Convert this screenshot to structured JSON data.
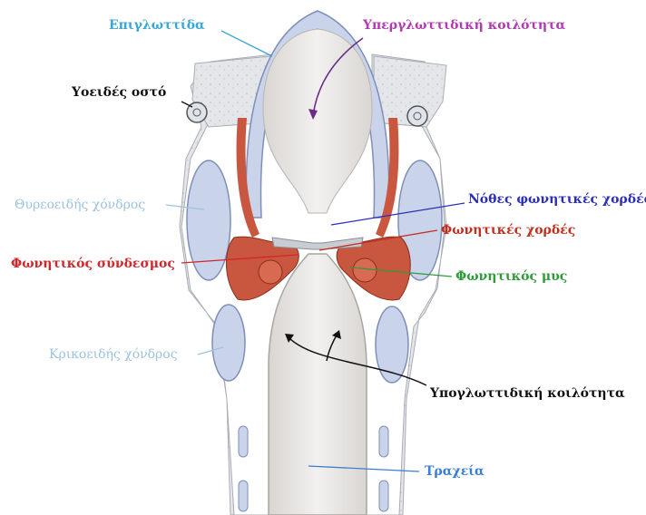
{
  "labels": {
    "epiglottis": {
      "text": "Επιγλωττίδα",
      "color": "#3aa6d8"
    },
    "supraglottic": {
      "text": "Υπεργλωττιδική κοιλότητα",
      "color": "#b03ab0"
    },
    "hyoid": {
      "text": "Υοειδές οστό",
      "color": "#111111"
    },
    "thyroid": {
      "text": "Θυρεοειδής χόνδρος",
      "color": "#9bc3df"
    },
    "false_cords": {
      "text": "Νόθες φωνητικές χορδές",
      "color": "#2b2fb8"
    },
    "vocal_cords": {
      "text": "Φωνητικές χορδές",
      "color": "#c0301f"
    },
    "vocal_ligament": {
      "text": "Φωνητικός σύνδεσμος",
      "color": "#d2262a"
    },
    "vocal_muscle": {
      "text": "Φωνητικός μυς",
      "color": "#2f9b3a"
    },
    "cricoid": {
      "text": "Κρικοειδής χόνδρος",
      "color": "#9bc3df"
    },
    "subglottic": {
      "text": "Υπογλωττιδική κοιλότητα",
      "color": "#111111"
    },
    "trachea": {
      "text": "Τραχεία",
      "color": "#3a7fd0"
    }
  },
  "colors": {
    "tissue": "#e6e8ea",
    "tissue_shade": "#c9ccd2",
    "cartilage": "#c9d3ea",
    "cartilage_edge": "#7f8fb8",
    "muscle": "#c9573f",
    "muscle_light": "#e0836b",
    "lumen": "#efeeed",
    "lumen_shade": "#d8d6d3"
  }
}
